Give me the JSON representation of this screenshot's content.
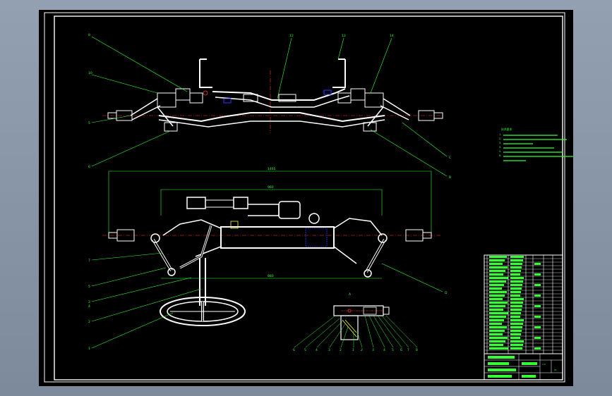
{
  "theme": {
    "paper": "#000000",
    "frame": "#ffffff",
    "leader": "#33ff33",
    "centerline": "#ff3333",
    "hidden": "#3333ff",
    "accent": "#ffff33"
  },
  "views": {
    "front": {
      "leader_tags": [
        "8",
        "10",
        "5",
        "6",
        "12",
        "13",
        "14",
        "C",
        "B"
      ]
    },
    "top": {
      "dim_overall": "1465",
      "dim_inner": "960",
      "dim_lower": "880",
      "leader_tags": [
        "7",
        "5",
        "3",
        "4",
        "2",
        "1",
        "D"
      ]
    },
    "detail": {
      "title": "A",
      "leader_tags": [
        "6",
        "5",
        "4",
        "3",
        "2",
        "1",
        "2",
        "3",
        "4",
        "5",
        "6",
        "7",
        "8"
      ]
    }
  },
  "notes": {
    "heading": "技术要求",
    "lines": [
      "1.",
      "2.",
      "3.",
      "4.",
      "5.",
      "6."
    ]
  },
  "title_block": {
    "scale": "1:5",
    "sheet_no": "01"
  }
}
